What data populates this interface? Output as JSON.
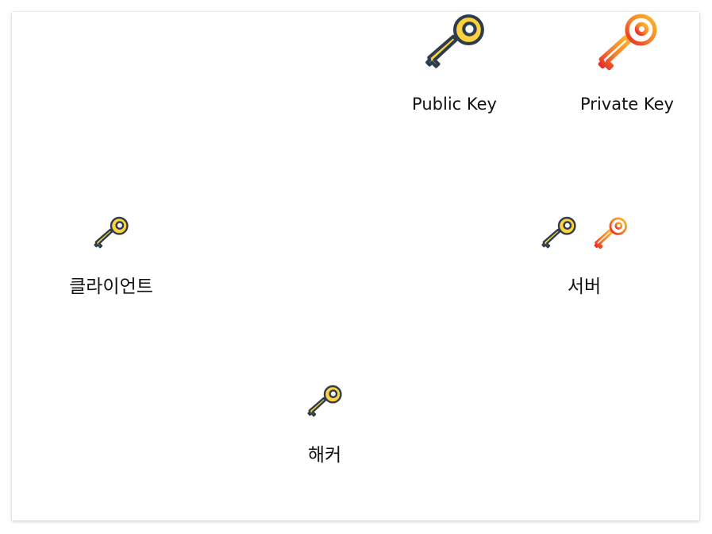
{
  "legend": {
    "public": {
      "label": "Public Key",
      "icon": "public-key-icon"
    },
    "private": {
      "label": "Private Key",
      "icon": "private-key-icon"
    }
  },
  "nodes": {
    "client": {
      "label": "클라이언트",
      "keys": [
        "public-key-icon"
      ]
    },
    "server": {
      "label": "서버",
      "keys": [
        "public-key-icon",
        "private-key-icon"
      ]
    },
    "hacker": {
      "label": "해커",
      "keys": [
        "public-key-icon"
      ]
    }
  },
  "colors": {
    "public_key_fill": "#fdd23e",
    "public_key_outline": "#2e3d4d",
    "private_key_gradient": [
      "#fdb62e",
      "#e8332a"
    ]
  }
}
